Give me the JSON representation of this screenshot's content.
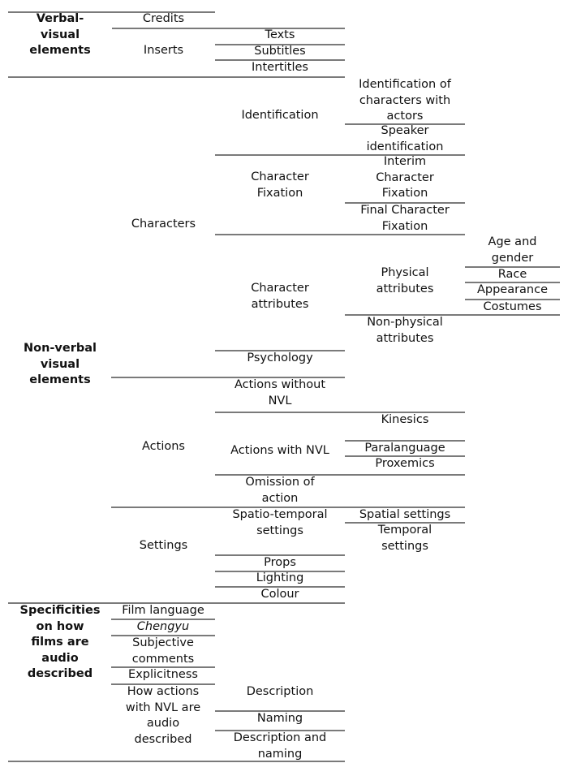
{
  "categories": {
    "verbal_visual": "Verbal-\nvisual\nelements",
    "non_verbal": "Non-verbal\nvisual\nelements",
    "specificities": "Specificities\non how\nfilms are\naudio\ndescribed"
  },
  "verbal": {
    "credits": "Credits",
    "inserts": "Inserts",
    "texts": "Texts",
    "subtitles": "Subtitles",
    "intertitles": "Intertitles"
  },
  "characters": {
    "label": "Characters",
    "identification": "Identification",
    "id_with_actors": "Identification of\ncharacters with\nactors",
    "speaker_id": "Speaker\nidentification",
    "fixation": "Character\nFixation",
    "interim": "Interim\nCharacter\nFixation",
    "final": "Final Character\nFixation",
    "attributes": "Character\nattributes",
    "physical": "Physical\nattributes",
    "age_gender": "Age and\ngender",
    "race": "Race",
    "appearance": "Appearance",
    "costumes": "Costumes",
    "non_physical": "Non-physical\nattributes",
    "psychology": "Psychology"
  },
  "actions": {
    "label": "Actions",
    "without_nvl": "Actions without\nNVL",
    "with_nvl": "Actions with NVL",
    "kinesics": "Kinesics",
    "paralanguage": "Paralanguage",
    "proxemics": "Proxemics",
    "omission": "Omission of\naction"
  },
  "settings": {
    "label": "Settings",
    "spatio_temporal": "Spatio-temporal\nsettings",
    "spatial": "Spatial settings",
    "temporal": "Temporal\nsettings",
    "props": "Props",
    "lighting": "Lighting",
    "colour": "Colour"
  },
  "specificities": {
    "film_language": "Film language",
    "chengyu": "Chengyu",
    "subjective": "Subjective\ncomments",
    "explicitness": "Explicitness",
    "how_actions": "How actions\nwith NVL are\naudio\ndescribed",
    "description": "Description",
    "naming": "Naming",
    "description_naming": "Description and\nnaming"
  }
}
